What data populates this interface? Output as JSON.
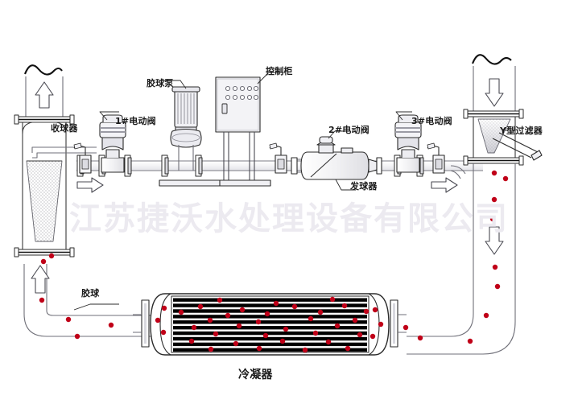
{
  "diagram": {
    "title_visible": false,
    "watermark": "江苏捷沃水处理设备有限公司",
    "background_color": "#ffffff",
    "line_color": "#3a3a3a",
    "ball_color": "#c00018",
    "tube_color": "#000000",
    "watermark_color": "#eceaf0"
  },
  "labels": {
    "ball_collector": "收球器",
    "valve1": "1#电动阀",
    "ball_pump": "胶球泵",
    "control_cabinet": "控制柜",
    "valve2": "2#电动阀",
    "ball_launcher": "发球器",
    "valve3": "3#电动阀",
    "y_filter": "Y型过滤器",
    "rubber_ball": "胶球",
    "condenser": "冷凝器"
  },
  "components": {
    "ball_collector": {
      "name": "收球器",
      "has_cone_screen": true,
      "flow_arrow": "up"
    },
    "ball_pump": {
      "name": "胶球泵",
      "type": "vertical-motor-pump"
    },
    "control_cabinet": {
      "name": "控制柜",
      "indicator_rows": 2,
      "indicators_per_row": 5,
      "has_display": true
    },
    "ball_launcher": {
      "name": "发球器",
      "type": "capsule"
    },
    "y_filter": {
      "name": "Y型过滤器",
      "flow_arrow": "down",
      "has_drain_branch": true
    },
    "condenser": {
      "name": "冷凝器",
      "tube_rows": 10,
      "shape": "horizontal-shell"
    },
    "electric_valves": [
      "1#电动阀",
      "2#电动阀",
      "3#电动阀"
    ]
  },
  "flow_arrows": [
    {
      "id": "collector-up",
      "direction": "up"
    },
    {
      "id": "left-branch-right",
      "direction": "right"
    },
    {
      "id": "mid-branch-right",
      "direction": "right"
    },
    {
      "id": "filter-down",
      "direction": "down"
    },
    {
      "id": "right-riser-down",
      "direction": "down"
    },
    {
      "id": "left-riser-up",
      "direction": "up"
    }
  ],
  "ball_count_visible": 58
}
